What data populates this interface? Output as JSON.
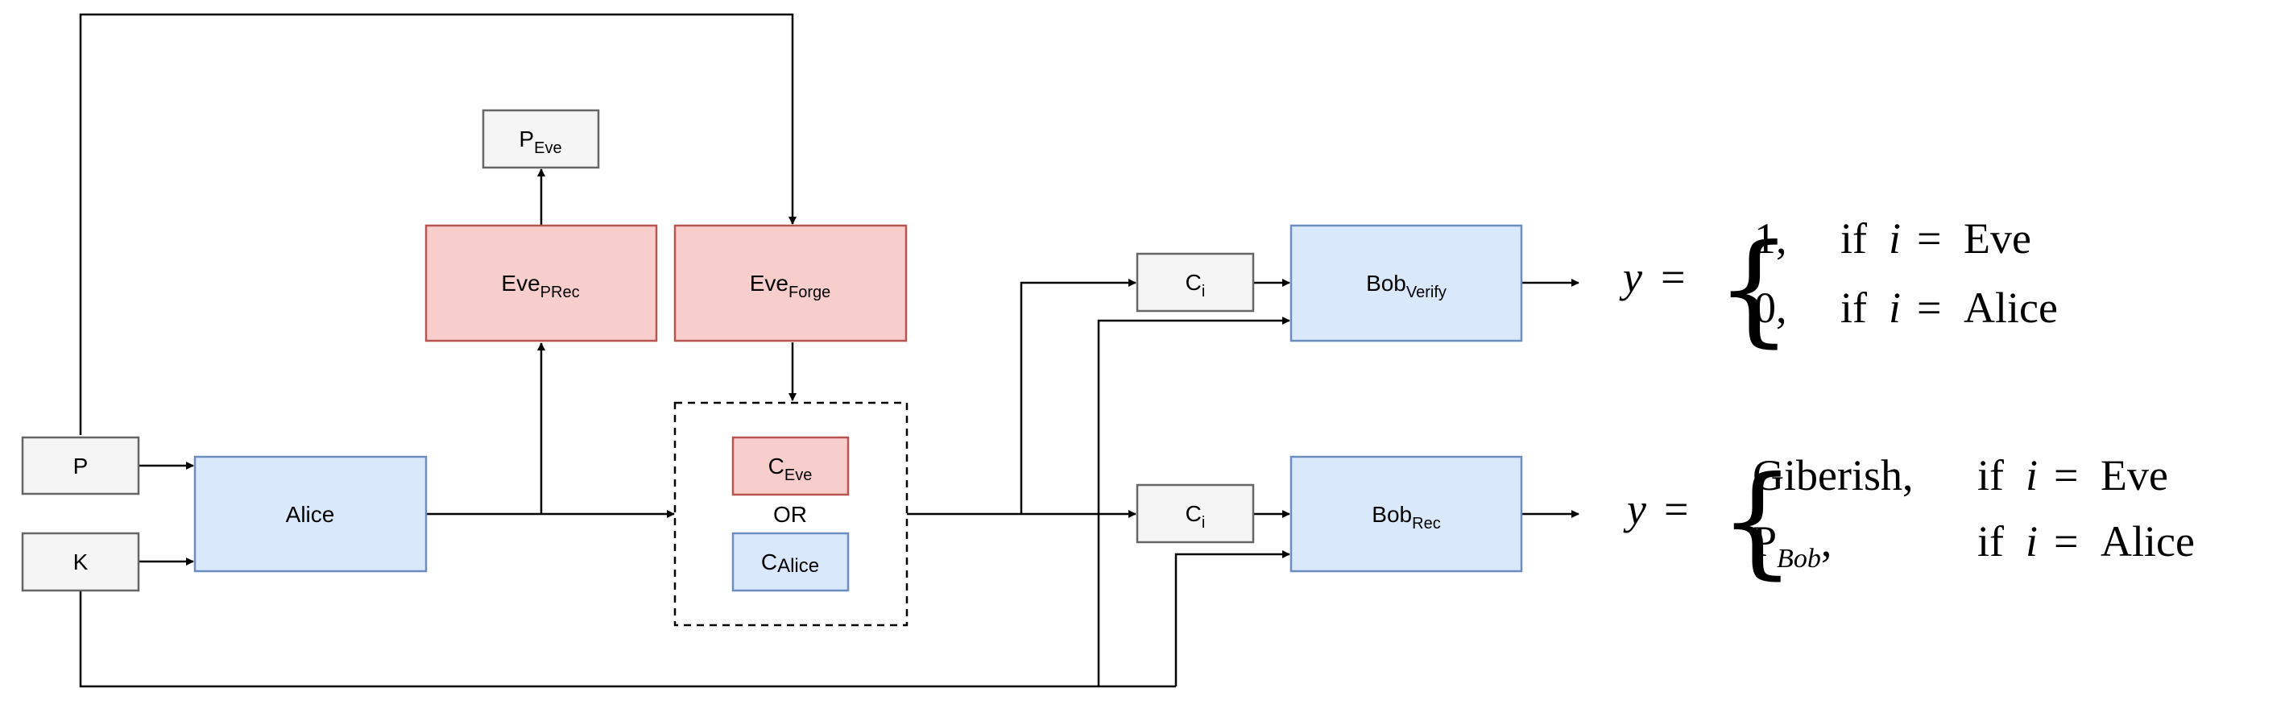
{
  "colors": {
    "alice_fill": "#dae8fc",
    "alice_stroke": "#6c8ebf",
    "eve_fill": "#f8cecc",
    "eve_stroke": "#b85450",
    "neutral_fill": "#f5f5f5",
    "neutral_stroke": "#666666",
    "line": "#000000"
  },
  "boxes": {
    "p": "P",
    "k": "K",
    "alice": "Alice",
    "p_eve": {
      "base": "P",
      "sub": "Eve"
    },
    "eve_prec": {
      "base": "Eve",
      "sub": "PRec"
    },
    "eve_forge": {
      "base": "Eve",
      "sub": "Forge"
    },
    "c_eve": {
      "base": "C",
      "sub": "Eve"
    },
    "or_label": "OR",
    "c_alice": {
      "base": "C",
      "sub": "Alice"
    },
    "ci_top": {
      "base": "C",
      "sub": "i"
    },
    "ci_bottom": {
      "base": "C",
      "sub": "i"
    },
    "bob_verify": {
      "base": "Bob",
      "sub": "Verify"
    },
    "bob_rec": {
      "base": "Bob",
      "sub": "Rec"
    }
  },
  "equations": {
    "verify": {
      "lhs": "y",
      "equals": "=",
      "cases": [
        {
          "value": "1,",
          "condition_prefix": "if",
          "var": "i",
          "eq": "=",
          "who": "Eve"
        },
        {
          "value": "0,",
          "condition_prefix": "if",
          "var": "i",
          "eq": "=",
          "who": "Alice"
        }
      ]
    },
    "rec": {
      "lhs": "y",
      "equals": "=",
      "cases": [
        {
          "value": "Giberish,",
          "value_sub": "",
          "condition_prefix": "if",
          "var": "i",
          "eq": "=",
          "who": "Eve"
        },
        {
          "value": "P",
          "value_sub": "Bob",
          "value_tail": ",",
          "condition_prefix": "if",
          "var": "i",
          "eq": "=",
          "who": "Alice"
        }
      ]
    }
  }
}
